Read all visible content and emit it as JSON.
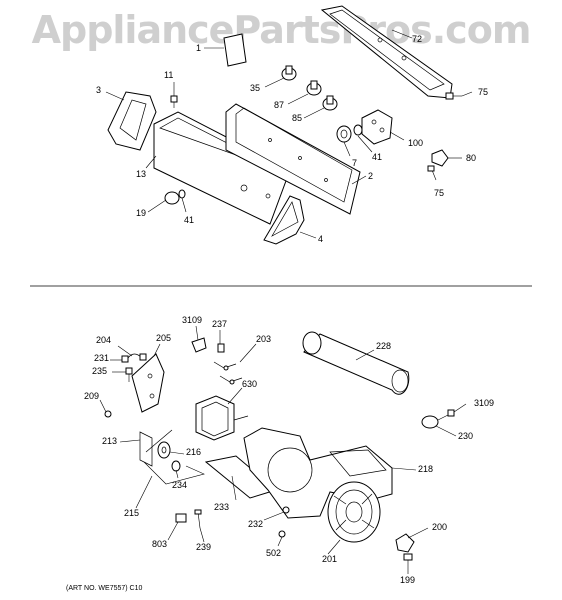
{
  "watermark": "AppliancePartsPros.com",
  "art_number": "(ART NO. WE7557) C10",
  "labels": {
    "p1": "1",
    "p72": "72",
    "p3": "3",
    "p11": "11",
    "p35": "35",
    "p87": "87",
    "p85": "85",
    "p75a": "75",
    "p100": "100",
    "p7": "7",
    "p41a": "41",
    "p80": "80",
    "p75b": "75",
    "p13": "13",
    "p2": "2",
    "p19": "19",
    "p41b": "41",
    "p4": "4",
    "p3109a": "3109",
    "p237": "237",
    "p203": "203",
    "p204": "204",
    "p205": "205",
    "p228": "228",
    "p231": "231",
    "p235": "235",
    "p630": "630",
    "p209": "209",
    "p3109b": "3109",
    "p230": "230",
    "p213": "213",
    "p216": "216",
    "p218": "218",
    "p234": "234",
    "p215": "215",
    "p233": "233",
    "p200": "200",
    "p803": "803",
    "p239": "239",
    "p232": "232",
    "p502": "502",
    "p201": "201",
    "p199": "199"
  }
}
